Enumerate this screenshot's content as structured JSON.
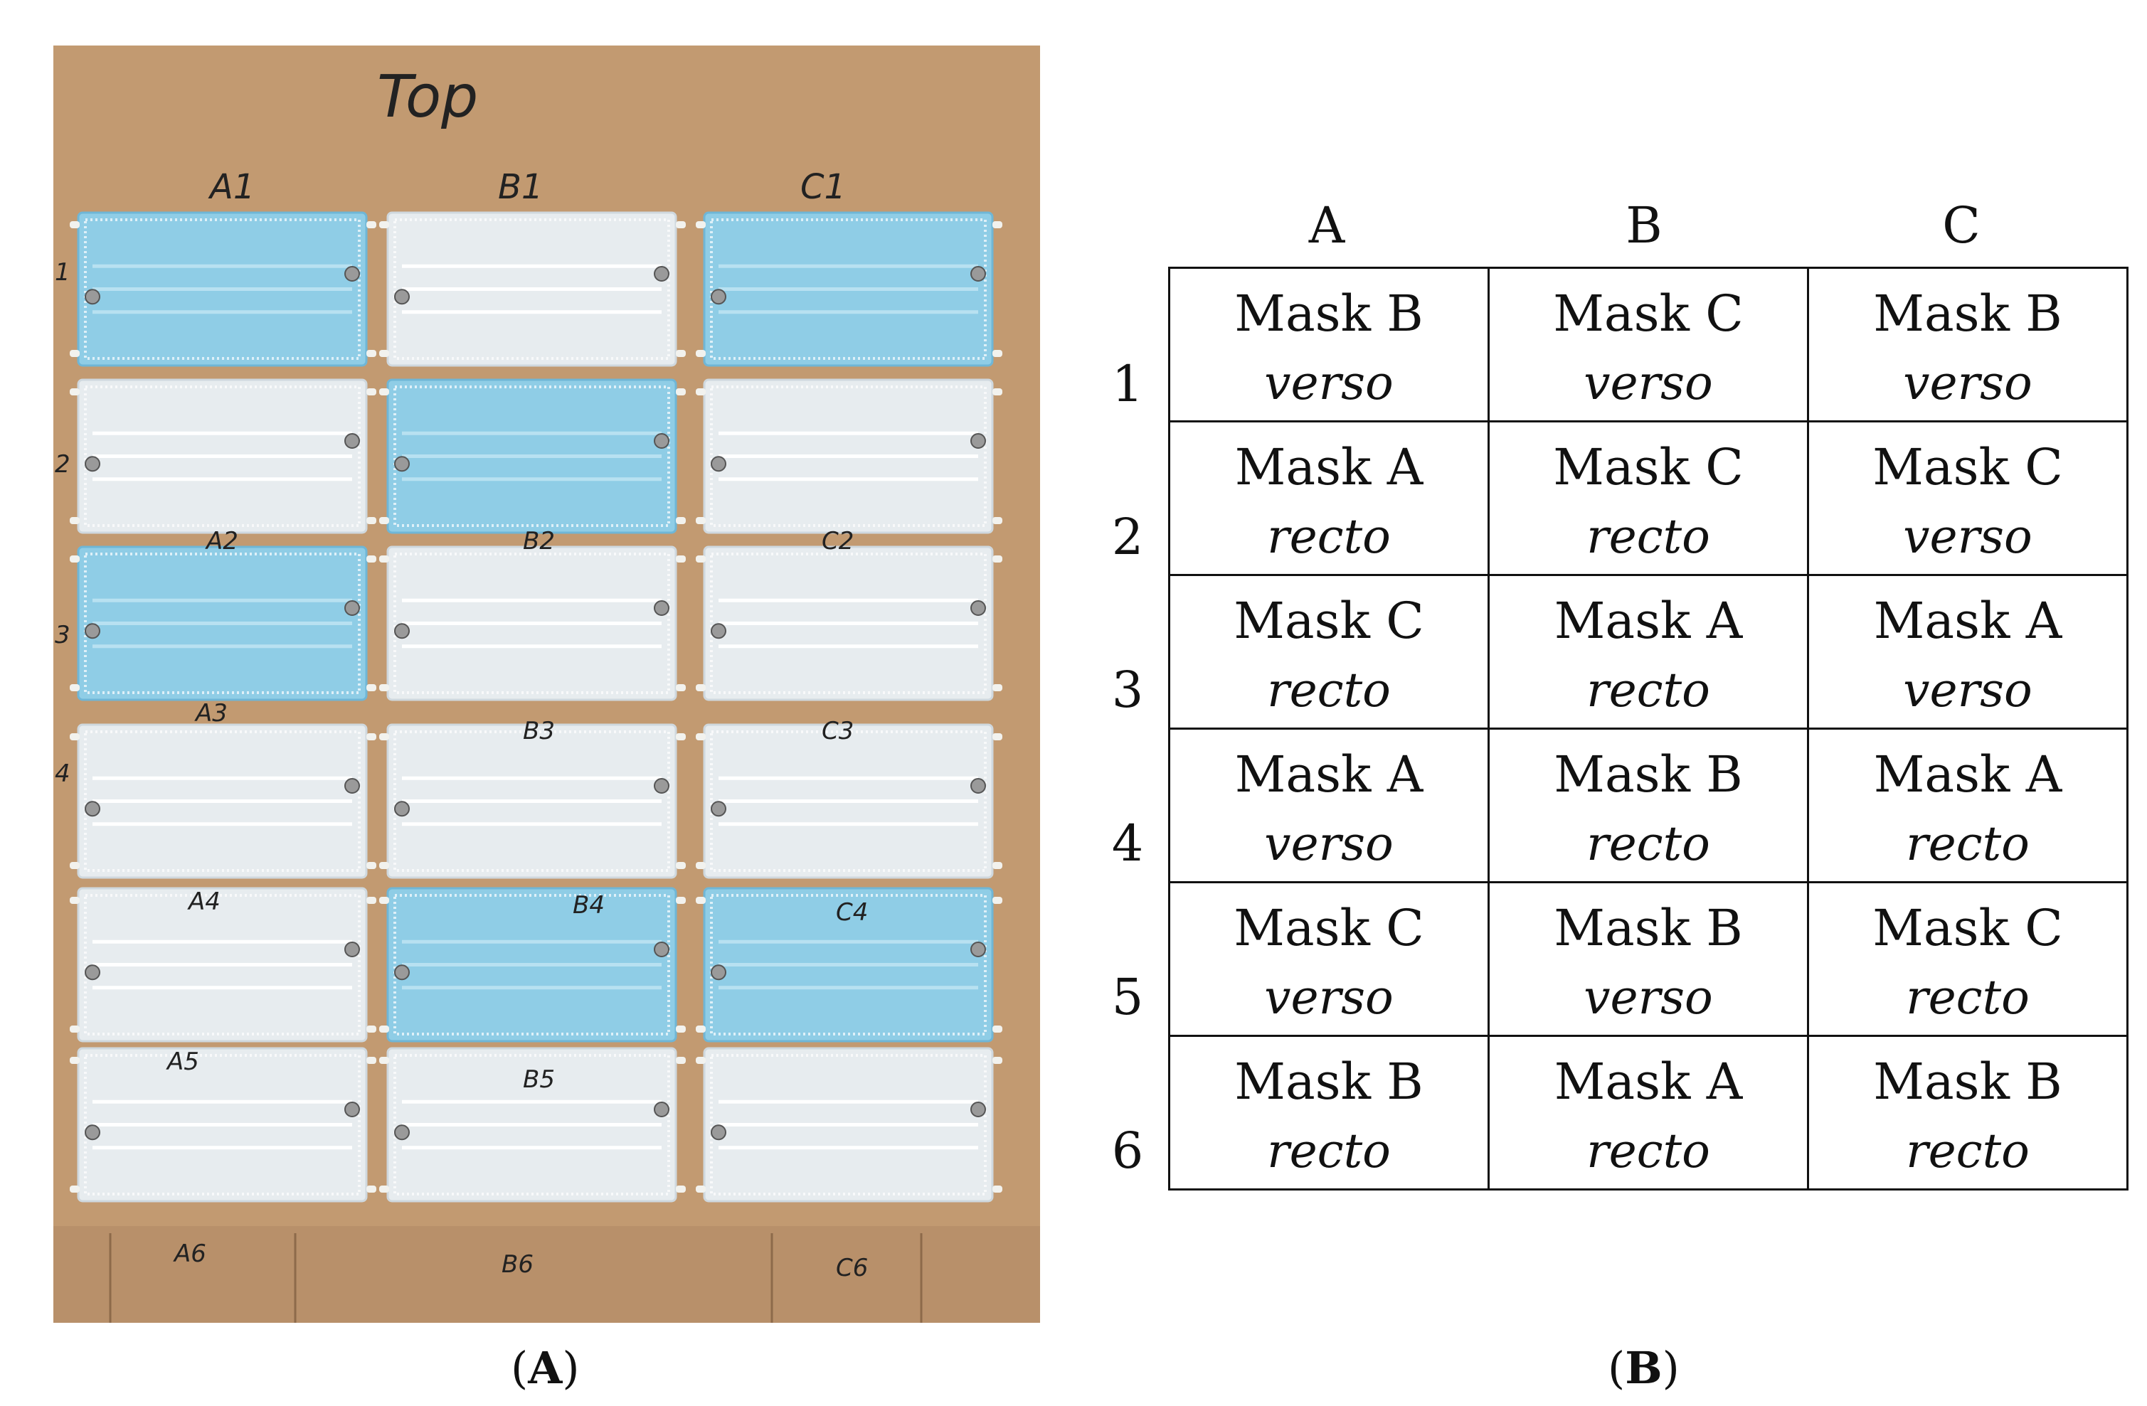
{
  "panel_a": {
    "caption_open": "(",
    "caption_letter": "A",
    "caption_close": ")",
    "photo_labels": {
      "top": "Top",
      "columns": [
        "A1",
        "B1",
        "C1"
      ],
      "bottom_labels": [
        "A2",
        "B2",
        "C2",
        "A3",
        "B3",
        "C3",
        "A4",
        "B4",
        "C4",
        "A5",
        "B5",
        "A6",
        "B6",
        "C6"
      ],
      "row_numbers": [
        "1",
        "2",
        "3",
        "4"
      ]
    },
    "colors": {
      "board": "#c29a71",
      "mask_blue": "#8fcde6",
      "mask_white": "#e7ecef"
    }
  },
  "panel_b": {
    "caption_open": "(",
    "caption_letter": "B",
    "caption_close": ")",
    "columns": [
      "A",
      "B",
      "C"
    ],
    "rows": [
      "1",
      "2",
      "3",
      "4",
      "5",
      "6"
    ],
    "cells": [
      [
        {
          "mask": "Mask B",
          "side": "verso"
        },
        {
          "mask": "Mask C",
          "side": "verso"
        },
        {
          "mask": "Mask B",
          "side": "verso"
        }
      ],
      [
        {
          "mask": "Mask A",
          "side": "recto"
        },
        {
          "mask": "Mask C",
          "side": "recto"
        },
        {
          "mask": "Mask C",
          "side": "verso"
        }
      ],
      [
        {
          "mask": "Mask C",
          "side": "recto"
        },
        {
          "mask": "Mask A",
          "side": "recto"
        },
        {
          "mask": "Mask A",
          "side": "verso"
        }
      ],
      [
        {
          "mask": "Mask A",
          "side": "verso"
        },
        {
          "mask": "Mask B",
          "side": "recto"
        },
        {
          "mask": "Mask A",
          "side": "recto"
        }
      ],
      [
        {
          "mask": "Mask C",
          "side": "verso"
        },
        {
          "mask": "Mask B",
          "side": "verso"
        },
        {
          "mask": "Mask C",
          "side": "recto"
        }
      ],
      [
        {
          "mask": "Mask B",
          "side": "recto"
        },
        {
          "mask": "Mask A",
          "side": "recto"
        },
        {
          "mask": "Mask B",
          "side": "recto"
        }
      ]
    ]
  }
}
